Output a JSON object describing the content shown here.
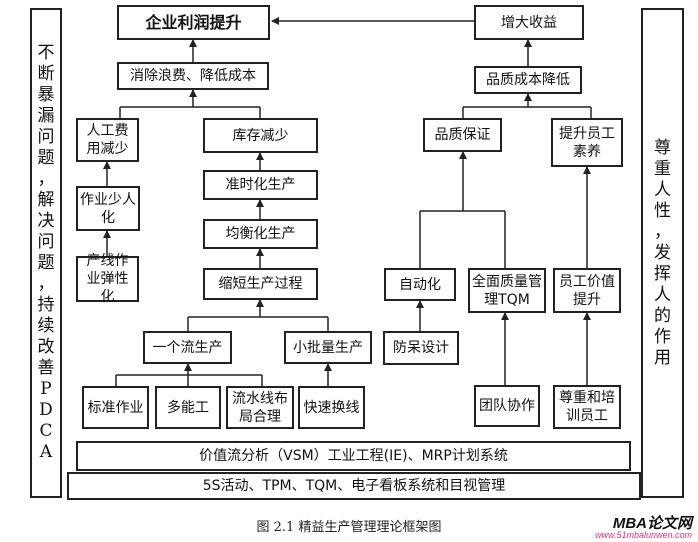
{
  "left_side": [
    "不",
    "断",
    "暴",
    "漏",
    "问",
    "题",
    "，",
    "解",
    "决",
    "问",
    "题",
    "，",
    "持",
    "续",
    "改",
    "善",
    "P",
    "D",
    "C",
    "A"
  ],
  "right_side": [
    "尊",
    "重",
    "人",
    "性",
    "，",
    "发",
    "挥",
    "人",
    "的",
    "作",
    "用"
  ],
  "boxes": {
    "profit": "企业利润提升",
    "revenue": "增大收益",
    "reduce_waste": "消除浪费、降低成本",
    "quality_cost": "品质成本降低",
    "labor_cost": "人工费用减少",
    "inventory": "库存减少",
    "quality_assurance": "品质保证",
    "staff_quality": "提升员工素养",
    "fewer_workers": "作业少人化",
    "jit": "准时化生产",
    "flexible_line": "产线作业弹性化",
    "leveling": "均衡化生产",
    "shorten_process": "缩短生产过程",
    "automation": "自动化",
    "tqm": "全面质量管理TQM",
    "staff_value": "员工价值提升",
    "one_piece_flow": "一个流生产",
    "small_batch": "小批量生产",
    "poka_yoke": "防呆设计",
    "standard_work": "标准作业",
    "multi_skill": "多能工",
    "line_layout": "流水线布局合理",
    "quick_changeover": "快速换线",
    "teamwork": "团队协作",
    "respect_training": "尊重和培训员工",
    "vsm": "价值流分析（VSM）工业工程(IE)、MRP计划系统",
    "base": "5S活动、TPM、TQM、电子看板系统和目视管理"
  },
  "caption": "图 2.1  精益生产管理理论框架图",
  "watermark_title": "MBA论文网",
  "watermark_url": "www.51mbalunwen.com"
}
